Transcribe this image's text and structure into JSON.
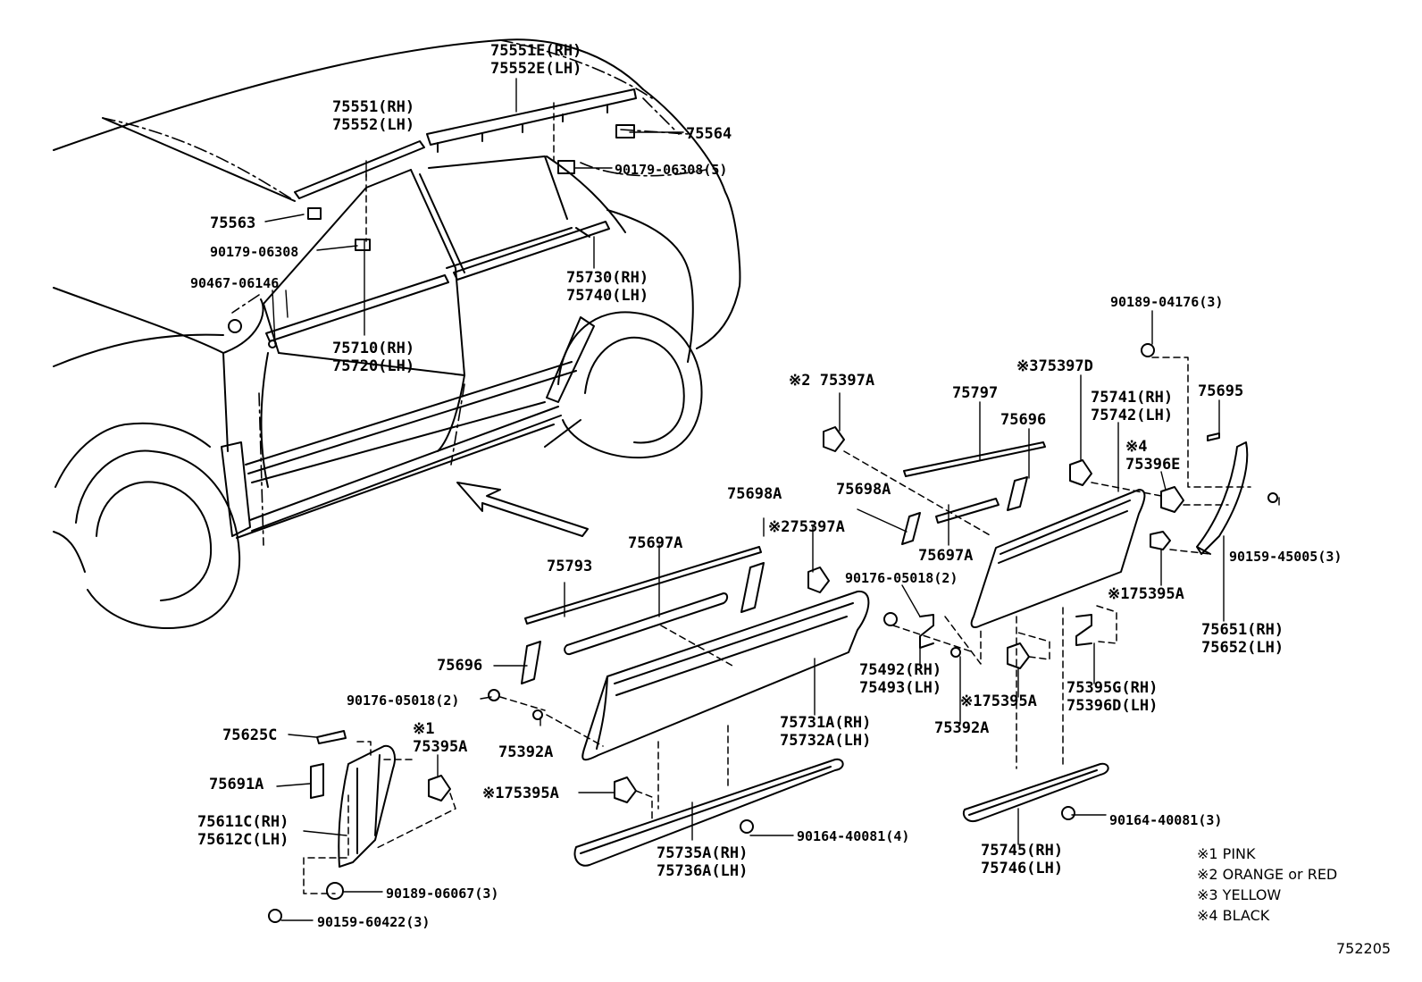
{
  "diagram_id": "752205",
  "labels": {
    "p75551E": "75551E(RH)",
    "p75552E": "75552E(LH)",
    "p75551": "75551(RH)",
    "p75552": "75552(LH)",
    "p75564": "75564",
    "p90179_5": "90179-06308(5)",
    "p75563": "75563",
    "p90179": "90179-06308",
    "p90467": "90467-06146",
    "p75730": "75730(RH)",
    "p75740": "75740(LH)",
    "p75710": "75710(RH)",
    "p75720": "75720(LH)",
    "p90189_04176": "90189-04176(3)",
    "p75397D": "※375397D",
    "p75397A_top": "※2 75397A",
    "p75797": "75797",
    "p75696_r": "75696",
    "p75741": "75741(RH)",
    "p75742": "75742(LH)",
    "p75695": "75695",
    "p75396E_a": "※4",
    "p75396E_b": "75396E",
    "p75698A_r": "75698A",
    "p90159_45005": "90159-45005(3)",
    "p75697A_r": "75697A",
    "p75698A_l": "75698A",
    "p75397A_mid": "※275397A",
    "p90176_r": "90176-05018(2)",
    "p75395A_r": "※175395A",
    "p75651": "75651(RH)",
    "p75652": "75652(LH)",
    "p75697A_l": "75697A",
    "p75793": "75793",
    "p75492": "75492(RH)",
    "p75493": "75493(LH)",
    "p75696_l": "75696",
    "p75395G": "75395G(RH)",
    "p75396D": "75396D(LH)",
    "p90176_l": "90176-05018(2)",
    "p75395A_c": "※175395A",
    "p75731A": "75731A(RH)",
    "p75732A": "75732A(LH)",
    "p75392A_l": "75392A",
    "p75392A_r": "75392A",
    "p75625C": "75625C",
    "p75395A_l1": "※1",
    "p75395A_l2": "75395A",
    "p75691A": "75691A",
    "p75395A_bot": "※175395A",
    "p75611C": "75611C(RH)",
    "p75612C": "75612C(LH)",
    "p90164_4": "90164-40081(4)",
    "p90164_3": "90164-40081(3)",
    "p75735A": "75735A(RH)",
    "p75736A": "75736A(LH)",
    "p75745": "75745(RH)",
    "p75746": "75746(LH)",
    "p90189_06067": "90189-06067(3)",
    "p90159_60422": "90159-60422(3)"
  },
  "legend": [
    "※1 PINK",
    "※2 ORANGE or RED",
    "※3 YELLOW",
    "※4 BLACK"
  ]
}
